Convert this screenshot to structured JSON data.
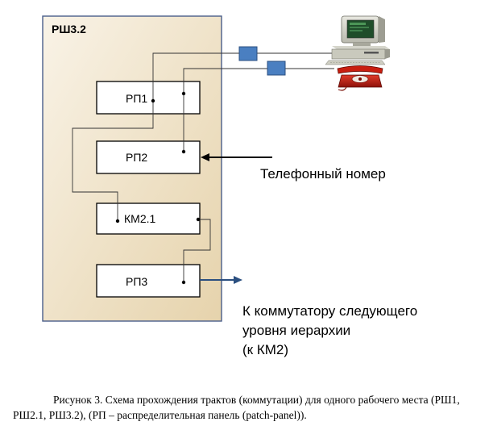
{
  "cabinet": {
    "label": "РШ3.2",
    "fill_top": "#f9f3e7",
    "fill_bottom": "#e6d3ac",
    "border": "#4a5e8a"
  },
  "panels": [
    {
      "id": "rp1",
      "label": "РП1"
    },
    {
      "id": "rp2",
      "label": "РП2"
    },
    {
      "id": "km21",
      "label": "КМ2.1"
    },
    {
      "id": "rp3",
      "label": "РП3"
    }
  ],
  "annotations": {
    "phone_number": "Телефонный номер",
    "to_switch": [
      "К коммутатору следующего",
      "уровня иерархии",
      "(к КМ2)"
    ]
  },
  "icons": {
    "computer": "computer-icon",
    "telephone": "telephone-icon",
    "module_color": "#4a7fc1"
  },
  "caption": "Рисунок 3. Схема прохождения трактов (коммутации) для  одного рабочего места (РШ1, РШ2.1, РШ3.2), (РП – распределительная панель (patch-panel))."
}
